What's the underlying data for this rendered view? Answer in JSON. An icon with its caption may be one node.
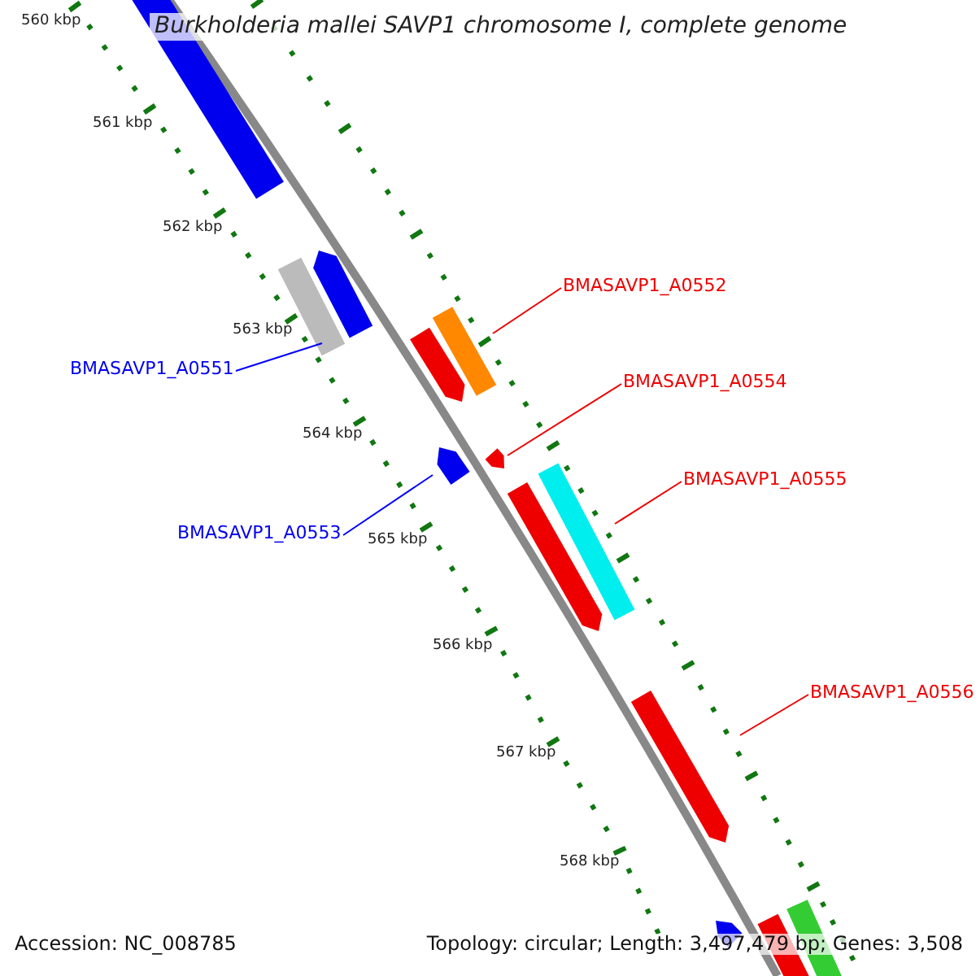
{
  "diagram": {
    "title": "Burkholderia mallei SAVP1 chromosome I, complete genome",
    "nodes": [
      {
        "text": [
          "BMASAVP1_A0552"
        ]
      },
      {
        "text": [
          "BMASAVP1_A0551"
        ]
      },
      {
        "text": [
          "BMASAVP1_A0554"
        ]
      },
      {
        "text": [
          "BMASAVP1_A0555"
        ]
      },
      {
        "text": [
          "BMASAVP1_A0553"
        ]
      },
      {
        "text": [
          "BMASAVP1_A0556"
        ]
      },
      {
        "text": [],
        "shape": "bar"
      },
      {
        "text": [],
        "shape": "bar"
      },
      {
        "text": [],
        "shape": "bar"
      },
      {
        "text": [],
        "shape": "bar"
      },
      {
        "text": [],
        "shape": "bar"
      },
      {
        "text": [],
        "shape": "bar"
      },
      {
        "text": [],
        "shape": "bar"
      },
      {
        "text": [],
        "shape": "bar"
      },
      {
        "text": [],
        "shape": "bar"
      },
      {
        "text": [],
        "shape": "bar"
      },
      {
        "text": [],
        "shape": "bar"
      },
      {
        "text": [],
        "shape": "bar"
      },
      {
        "text": [],
        "shape": "bar"
      }
    ],
    "edges": [
      {
        "from": 0,
        "to": 9,
        "arrow": "none"
      },
      {
        "from": 1,
        "to": 8,
        "arrow": "none",
        "color": "#0000ff"
      },
      {
        "from": 2,
        "to": 12,
        "arrow": "none"
      },
      {
        "from": 3,
        "to": 13,
        "arrow": "none"
      },
      {
        "from": 4,
        "to": 11,
        "arrow": "none",
        "color": "#0000ff"
      },
      {
        "from": 5,
        "to": 15,
        "arrow": "none"
      }
    ],
    "labels": [
      "560 kbp",
      "561 kbp",
      "562 kbp",
      "563 kbp",
      "564 kbp",
      "565 kbp",
      "566 kbp",
      "567 kbp",
      "568 kbp",
      "Accession: NC_008785",
      "Topology: circular; Length: 3,497,479 bp; Genes: 3,508"
    ]
  }
}
